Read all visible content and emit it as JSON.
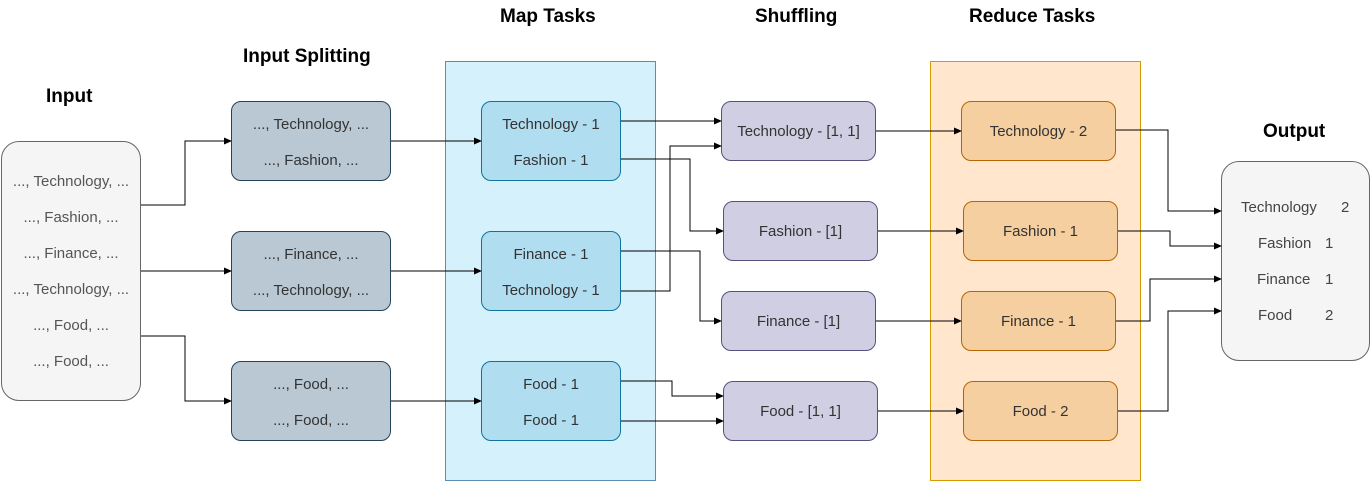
{
  "titles": {
    "input": "Input",
    "splitting": "Input Splitting",
    "map": "Map Tasks",
    "shuffling": "Shuffling",
    "reduce": "Reduce Tasks",
    "output": "Output"
  },
  "colors": {
    "input_fill": "#f5f5f5",
    "split_fill": "#bac8d3",
    "map_panel": "#d5f1fb",
    "map_panel_border": "#5a8fb5",
    "map_fill": "#b1ddf0",
    "shuffle_fill": "#d0cee2",
    "reduce_panel": "#ffe6cc",
    "reduce_panel_border": "#d79b00",
    "reduce_fill": "#f5cfa0",
    "output_fill": "#f5f5f5"
  },
  "input": {
    "lines": [
      "..., Technology, ...",
      "..., Fashion, ...",
      "..., Finance, ...",
      "..., Technology, ...",
      "..., Food, ...",
      "..., Food, ..."
    ]
  },
  "splits": [
    {
      "lines": [
        "..., Technology, ...",
        "..., Fashion, ..."
      ]
    },
    {
      "lines": [
        "..., Finance, ...",
        "..., Technology, ..."
      ]
    },
    {
      "lines": [
        "..., Food, ...",
        "..., Food, ..."
      ]
    }
  ],
  "maps": [
    {
      "lines": [
        "Technology - 1",
        "Fashion - 1"
      ]
    },
    {
      "lines": [
        "Finance - 1",
        "Technology - 1"
      ]
    },
    {
      "lines": [
        "Food - 1",
        "Food - 1"
      ]
    }
  ],
  "shuffles": [
    {
      "label": "Technology - [1, 1]"
    },
    {
      "label": "Fashion - [1]"
    },
    {
      "label": "Finance - [1]"
    },
    {
      "label": "Food - [1, 1]"
    }
  ],
  "reduces": [
    {
      "label": "Technology - 2"
    },
    {
      "label": "Fashion - 1"
    },
    {
      "label": "Finance - 1"
    },
    {
      "label": "Food - 2"
    }
  ],
  "output": {
    "rows": [
      {
        "key": "Technology",
        "count": "2"
      },
      {
        "key": "Fashion",
        "count": "1"
      },
      {
        "key": "Finance",
        "count": "1"
      },
      {
        "key": "Food",
        "count": "2"
      }
    ]
  }
}
